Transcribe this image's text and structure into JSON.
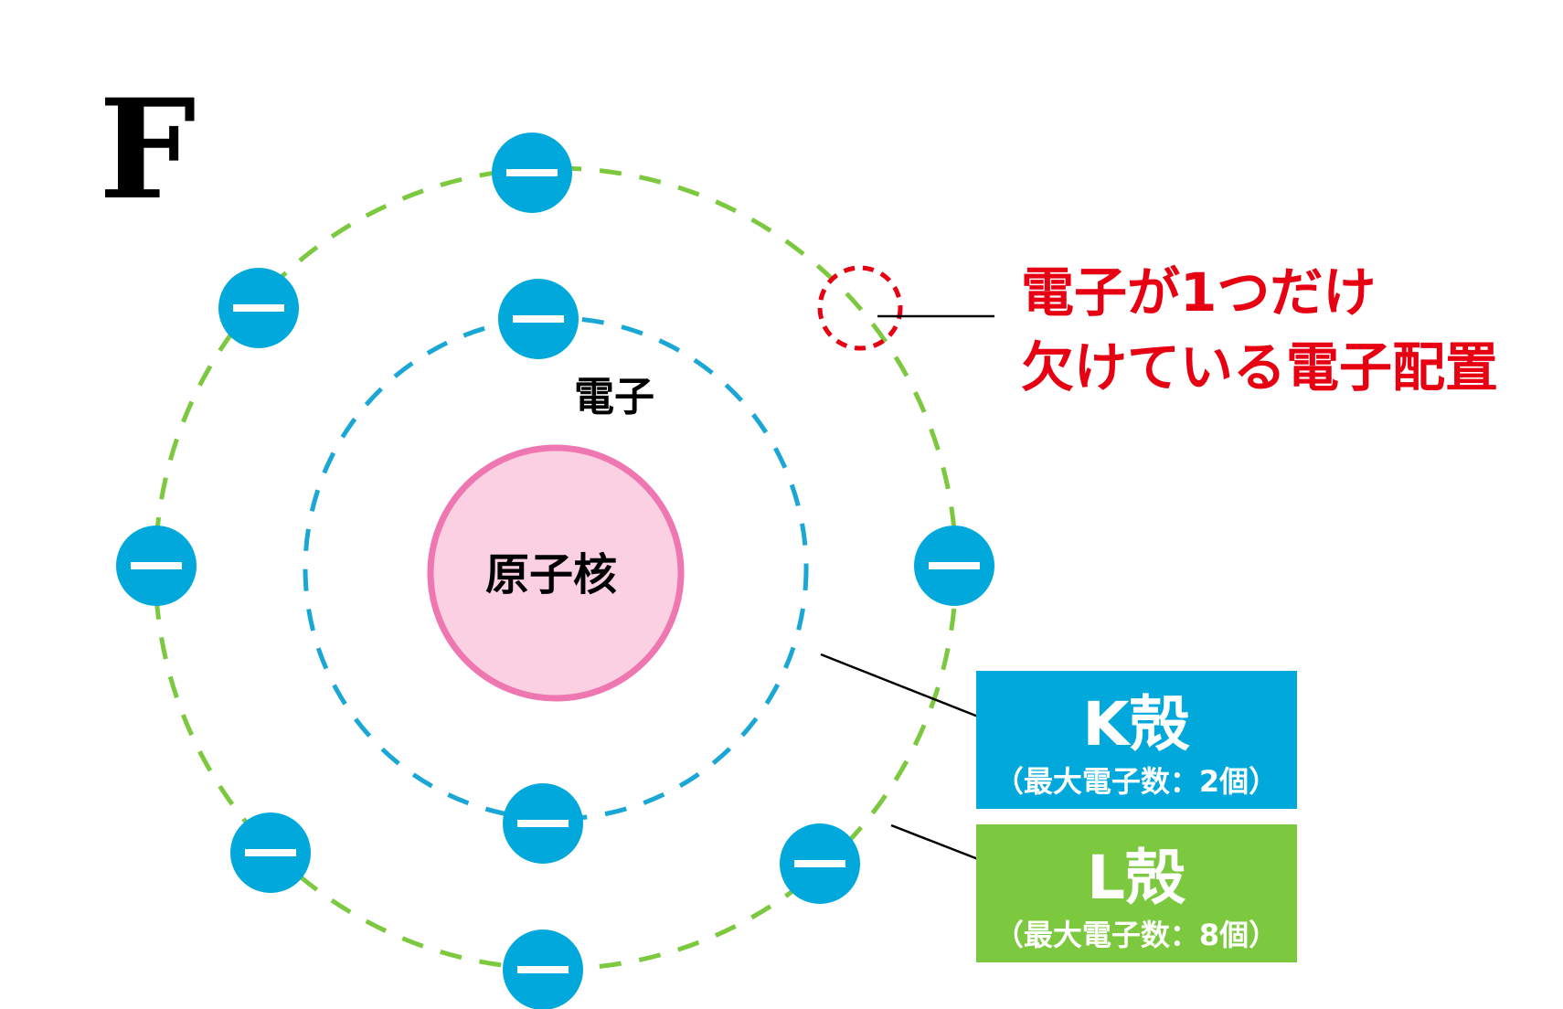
{
  "element_symbol": "F",
  "nucleus_label": "原子核",
  "electron_label": "電子",
  "missing_note": {
    "line1": "電子が1つだけ",
    "line2": "欠けている電子配置"
  },
  "shells": [
    {
      "name": "K殻",
      "capacity_label": "（最大電子数：2個）",
      "electrons_drawn": 2,
      "color": "#00a8dc"
    },
    {
      "name": "L殻",
      "capacity_label": "（最大電子数：8個）",
      "electrons_drawn": 7,
      "missing": 1,
      "color": "#7cc93f"
    }
  ],
  "colors": {
    "electron": "#00a8dc",
    "nucleus_fill": "#fbd0e3",
    "nucleus_stroke": "#ee77b1",
    "missing_marker": "#e60012",
    "note_text": "#e60012",
    "k_box": "#00a8dc",
    "l_box": "#7cc93f"
  },
  "icons": {
    "electron": "minus-sign-icon"
  }
}
